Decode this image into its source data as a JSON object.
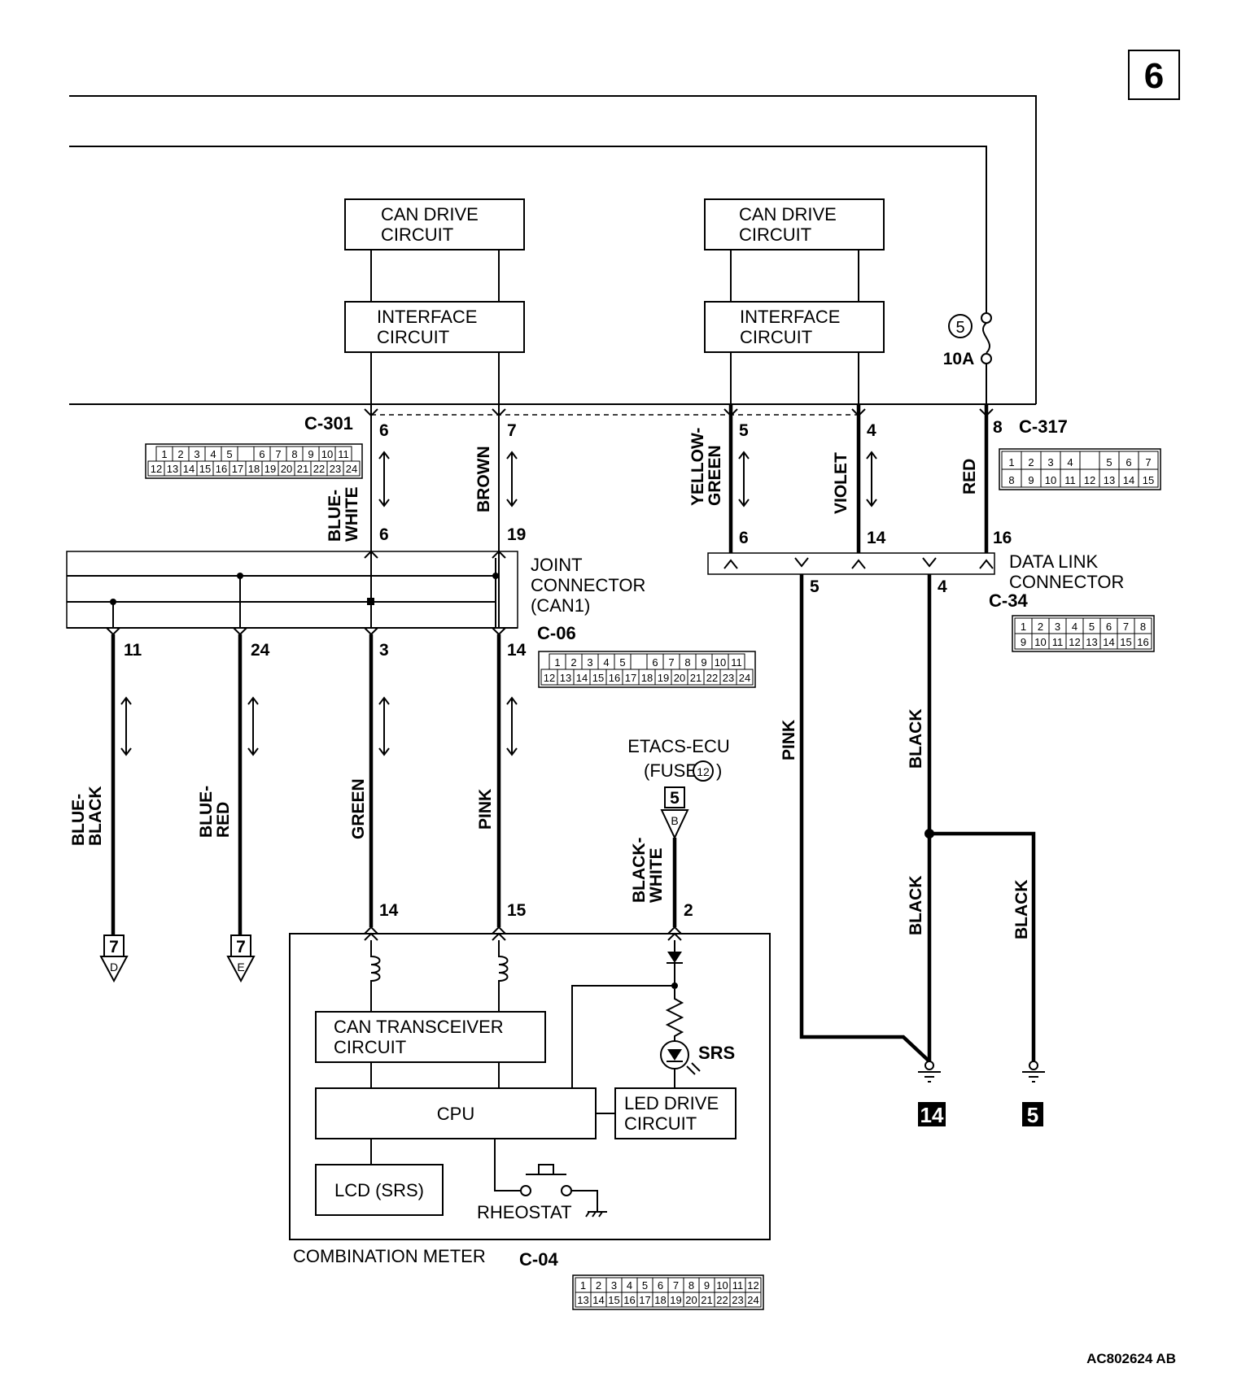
{
  "page_number": "6",
  "figure_code": "AC802624 AB",
  "modules_top": [
    {
      "can_drive": "CAN DRIVE\nCIRCUIT",
      "interface": "INTERFACE\nCIRCUIT"
    },
    {
      "can_drive": "CAN DRIVE\nCIRCUIT",
      "interface": "INTERFACE\nCIRCUIT"
    }
  ],
  "fuse": {
    "number": "5",
    "rating": "10A"
  },
  "connectors": {
    "c301": {
      "name": "C-301",
      "row1": [
        "1",
        "2",
        "3",
        "4",
        "5",
        "",
        "6",
        "7",
        "8",
        "9",
        "10",
        "11"
      ],
      "row2": [
        "12",
        "13",
        "14",
        "15",
        "16",
        "17",
        "18",
        "19",
        "20",
        "21",
        "22",
        "23",
        "24"
      ]
    },
    "c317": {
      "name": "C-317",
      "row1": [
        "1",
        "2",
        "3",
        "4",
        "",
        "5",
        "6",
        "7"
      ],
      "row2": [
        "8",
        "9",
        "10",
        "11",
        "12",
        "13",
        "14",
        "15"
      ]
    },
    "c06": {
      "name": "C-06",
      "row1": [
        "1",
        "2",
        "3",
        "4",
        "5",
        "",
        "6",
        "7",
        "8",
        "9",
        "10",
        "11"
      ],
      "row2": [
        "12",
        "13",
        "14",
        "15",
        "16",
        "17",
        "18",
        "19",
        "20",
        "21",
        "22",
        "23",
        "24"
      ]
    },
    "c34": {
      "name": "C-34",
      "row1": [
        "1",
        "2",
        "3",
        "4",
        "5",
        "6",
        "7",
        "8"
      ],
      "row2": [
        "9",
        "10",
        "11",
        "12",
        "13",
        "14",
        "15",
        "16"
      ]
    },
    "c04": {
      "name": "C-04",
      "row1": [
        "1",
        "2",
        "3",
        "4",
        "5",
        "6",
        "7",
        "8",
        "9",
        "10",
        "11",
        "12"
      ],
      "row2": [
        "13",
        "14",
        "15",
        "16",
        "17",
        "18",
        "19",
        "20",
        "21",
        "22",
        "23",
        "24"
      ]
    }
  },
  "wires_upper": [
    {
      "color": "BLUE-\nWHITE",
      "pin_top": "6",
      "pin_bottom": "6"
    },
    {
      "color": "BROWN",
      "pin_top": "7",
      "pin_bottom": "19"
    },
    {
      "color": "YELLOW-\nGREEN",
      "pin_top": "5",
      "pin_bottom": "6"
    },
    {
      "color": "VIOLET",
      "pin_top": "4",
      "pin_bottom": "14"
    },
    {
      "color": "RED",
      "pin_top": "8",
      "pin_bottom": "16"
    }
  ],
  "joint_connector": {
    "label": "JOINT\nCONNECTOR\n(CAN1)"
  },
  "data_link_connector": {
    "label": "DATA LINK\nCONNECTOR",
    "pins": [
      "5",
      "4"
    ]
  },
  "wires_lower": [
    {
      "color": "BLUE-\nBLACK",
      "pin": "11",
      "dest_page": "7",
      "dest_letter": "D"
    },
    {
      "color": "BLUE-\nRED",
      "pin": "24",
      "dest_page": "7",
      "dest_letter": "E"
    },
    {
      "color": "GREEN",
      "pin_top": "3",
      "pin_bottom": "14"
    },
    {
      "color": "PINK",
      "pin_top": "14",
      "pin_bottom": "15"
    }
  ],
  "etacs": {
    "label": "ETACS-ECU\n(FUSE",
    "fuse_num": "12",
    "page": "5",
    "letter": "B",
    "wire": "BLACK-\nWHITE",
    "pin": "2"
  },
  "dlc_wires": [
    {
      "color": "PINK"
    },
    {
      "color": "BLACK"
    },
    {
      "color": "BLACK"
    },
    {
      "color": "BLACK"
    }
  ],
  "grounds": [
    "14",
    "5"
  ],
  "meter": {
    "title": "COMBINATION METER",
    "can_transceiver": "CAN TRANSCEIVER\nCIRCUIT",
    "cpu": "CPU",
    "led_drive": "LED DRIVE\nCIRCUIT",
    "lcd": "LCD (SRS)",
    "rheostat": "RHEOSTAT",
    "srs": "SRS"
  }
}
